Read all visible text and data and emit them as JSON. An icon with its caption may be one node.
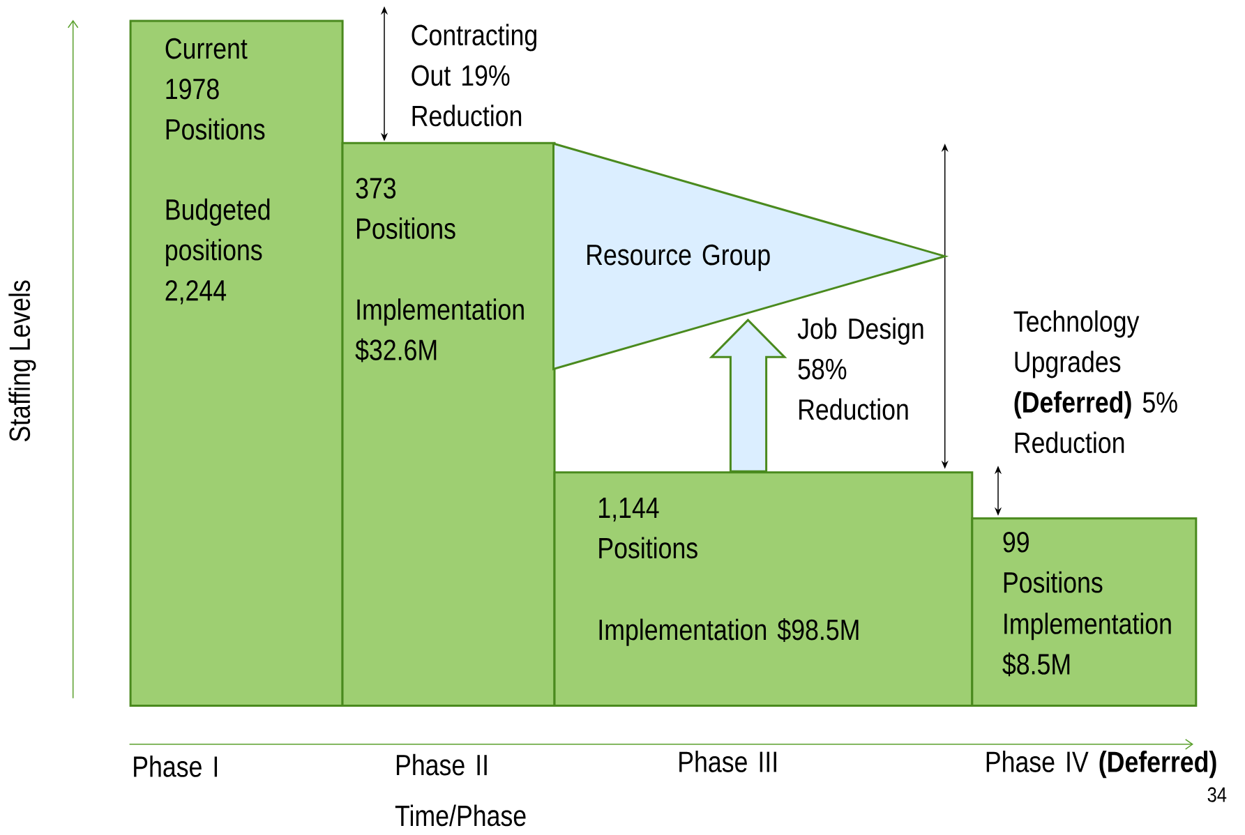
{
  "diagram": {
    "nodes": [
      {
        "text": [
          "Current 1978 Positions",
          "Budgeted positions 2,244"
        ]
      },
      {
        "text": [
          "373 Positions",
          "Implementation $32.6M"
        ]
      },
      {
        "text": [
          "Resource Group"
        ]
      },
      {
        "text": [
          "1,144 Positions",
          "Implementation $98.5M"
        ]
      },
      {
        "text": [
          "99 Positions",
          "Implementation $8.5M"
        ]
      }
    ],
    "edges": [
      {
        "from": 3,
        "to": 2,
        "arrow": "to",
        "style": "thick"
      }
    ],
    "labels": [
      "Staffing Levels",
      "Contracting Out 19% Reduction",
      "Job Design 58% Reduction",
      "Technology Upgrades **(Deferred)** 5% Reduction",
      "Phase I",
      "Phase II",
      "Phase III",
      "Phase IV **(Deferred)**",
      "34",
      "Time/Phase"
    ]
  }
}
